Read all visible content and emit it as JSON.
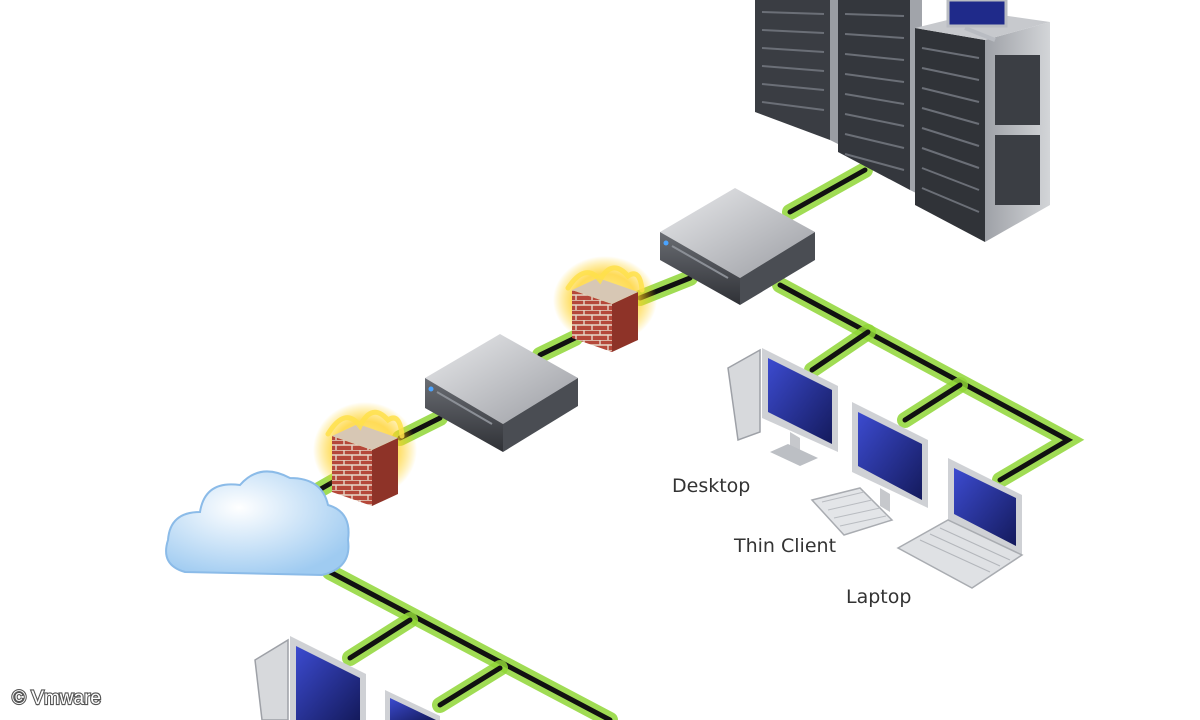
{
  "diagram": {
    "labels": {
      "desktop": "Desktop",
      "thin_client": "Thin Client",
      "laptop": "Laptop"
    },
    "credit": "© Vmware",
    "colors": {
      "link_glow": "#8fd636",
      "link_core": "#111111",
      "firewall_brick": "#b5483a",
      "cloud": "#cfe6fb",
      "monitor_screen": "#1f2a8a",
      "server_body": "#3c3f45"
    },
    "nodes": [
      "server-rack",
      "switch",
      "firewall",
      "router",
      "cloud",
      "desktop",
      "thin-client",
      "laptop"
    ]
  }
}
